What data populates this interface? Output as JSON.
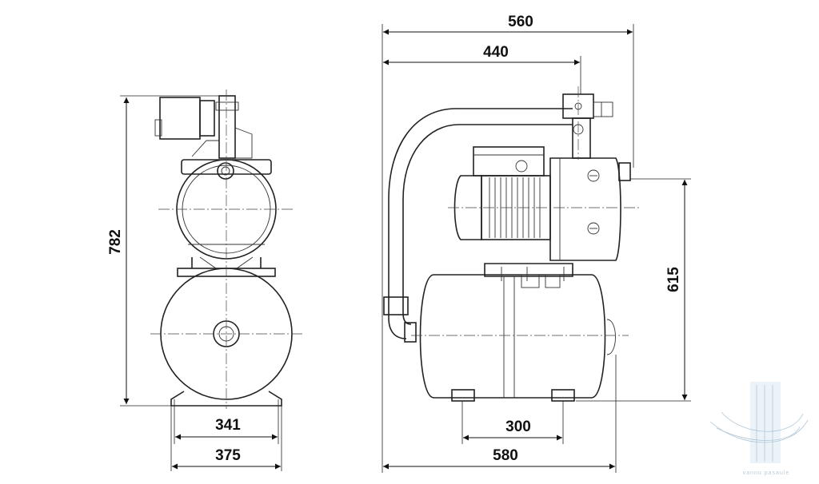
{
  "dimensions": {
    "front_height": "782",
    "front_base_inner": "341",
    "front_base_outer": "375",
    "side_overall_width": "560",
    "side_to_outlet": "440",
    "side_height": "615",
    "side_foot_spacing": "300",
    "side_tank_length": "580"
  },
  "colors": {
    "line": "#222222",
    "dimension": "#111111",
    "watermark": "#8fb0c8"
  },
  "watermark": {
    "text": "vannu pasaule"
  }
}
